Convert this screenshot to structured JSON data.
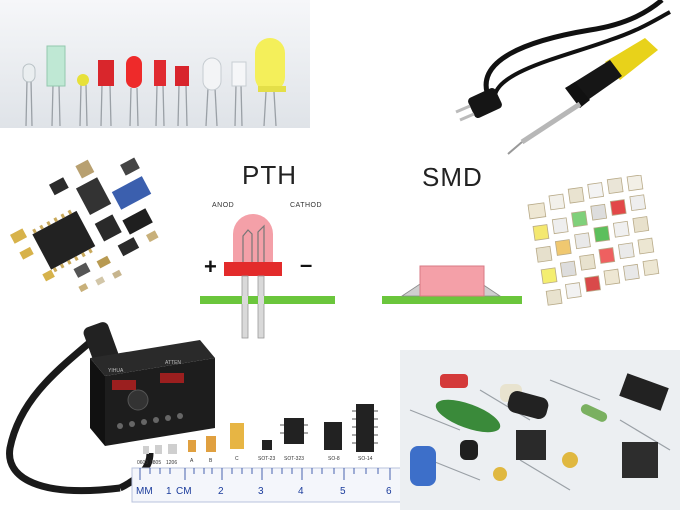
{
  "diagram": {
    "pth_title": "PTH",
    "smd_title": "SMD",
    "anode_label": "ANOD",
    "cathode_label": "CATHOD",
    "plus_sign": "+",
    "minus_sign": "–"
  },
  "hot_air_station": {
    "brand_left": "YIHUA",
    "brand_right": "ATTEN",
    "packages": [
      "0603",
      "0805",
      "1206",
      "A",
      "B",
      "C",
      "SOT-23",
      "SOT-323",
      "SO-8",
      "SO-14"
    ],
    "ruler_labels": [
      "MM",
      "1",
      "CM",
      "2",
      "3",
      "4",
      "5",
      "6"
    ]
  },
  "colors": {
    "pcb_green": "#6bc63c",
    "led_red": "#e03030",
    "smd_pink": "#f4a0a8",
    "iron_yellow": "#e8d21a"
  }
}
